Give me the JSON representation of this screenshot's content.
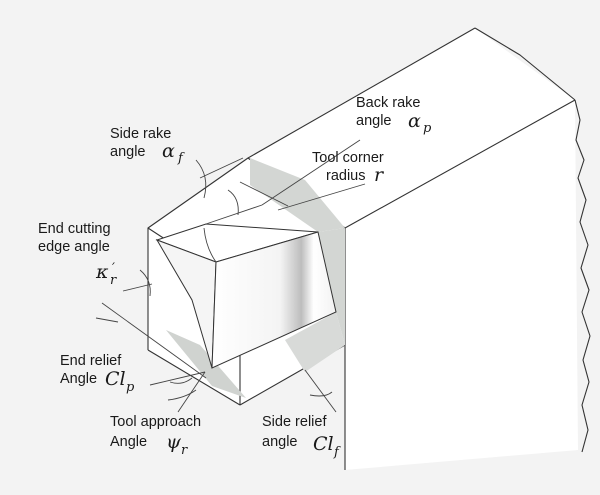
{
  "labels": {
    "side_rake": {
      "line1": "Side rake",
      "line2": "angle",
      "symbol": "α",
      "subscript": "f"
    },
    "back_rake": {
      "line1": "Back rake",
      "line2": "angle",
      "symbol": "α",
      "subscript": "p"
    },
    "corner_radius": {
      "line1": "Tool corner",
      "line2": "radius",
      "symbol": "r"
    },
    "end_cutting_edge": {
      "line1": "End cutting",
      "line2": "edge angle",
      "symbol": "κ",
      "subscript": "r",
      "prime": "′"
    },
    "end_relief": {
      "line1": "End relief",
      "line2": "Angle",
      "symbol": "Cl",
      "subscript": "p"
    },
    "tool_approach": {
      "line1": "Tool approach",
      "line2": "Angle",
      "symbol": "ψ",
      "subscript": "r"
    },
    "side_relief": {
      "line1": "Side relief",
      "line2": "angle",
      "symbol": "Cl",
      "subscript": "f"
    }
  },
  "colors": {
    "background": "#f3f3f3",
    "shading": "#cfd2cf",
    "line": "#333333"
  }
}
